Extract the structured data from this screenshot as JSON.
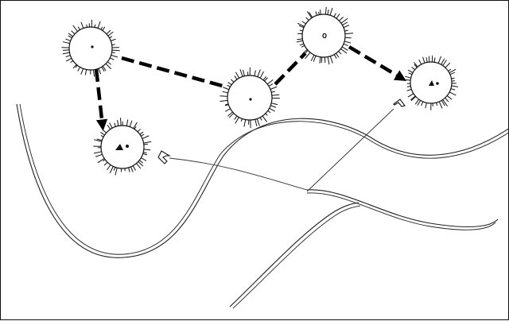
{
  "diagram": {
    "nodes": [
      {
        "id": "n1",
        "marker": "dot"
      },
      {
        "id": "n2",
        "marker": "dot"
      },
      {
        "id": "n3",
        "marker": "ring"
      },
      {
        "id": "n4",
        "marker": "triangle-dot"
      },
      {
        "id": "n5",
        "marker": "triangle-dot"
      }
    ],
    "edges": [
      {
        "from": "n1",
        "to": "n2",
        "style": "dashed"
      },
      {
        "from": "n2",
        "to": "n3",
        "style": "dashed"
      },
      {
        "from": "n3",
        "to": "n4",
        "style": "dashed-arrow"
      },
      {
        "from": "n1",
        "to": "n5",
        "style": "dashed-arrow"
      }
    ],
    "curves": [
      "curve-a",
      "curve-b",
      "curve-c"
    ],
    "pointers": [
      "pointer-right",
      "pointer-left"
    ],
    "colors": {
      "ink": "#111111",
      "background": "#ffffff"
    }
  }
}
